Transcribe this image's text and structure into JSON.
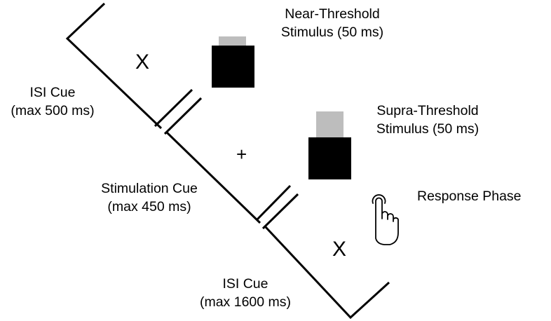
{
  "stimuli": {
    "near_threshold": {
      "line1": "Near-Threshold",
      "line2": "Stimulus (50 ms)"
    },
    "supra_threshold": {
      "line1": "Supra-Threshold",
      "line2": "Stimulus (50 ms)"
    }
  },
  "cues": {
    "isi_cue_1": {
      "line1": "ISI Cue",
      "line2": "(max 500 ms)",
      "symbol": "X"
    },
    "stimulation_cue": {
      "line1": "Stimulation Cue",
      "line2": "(max 450 ms)",
      "symbol": "+"
    },
    "isi_cue_2": {
      "line1": "ISI Cue",
      "line2": "(max 1600 ms)",
      "symbol": "X"
    }
  },
  "response": {
    "label": "Response Phase",
    "icon": "pointing-hand-icon"
  },
  "colors": {
    "line": "#000000",
    "box": "#000000",
    "stimulus_bar": "#bdbdbd"
  }
}
